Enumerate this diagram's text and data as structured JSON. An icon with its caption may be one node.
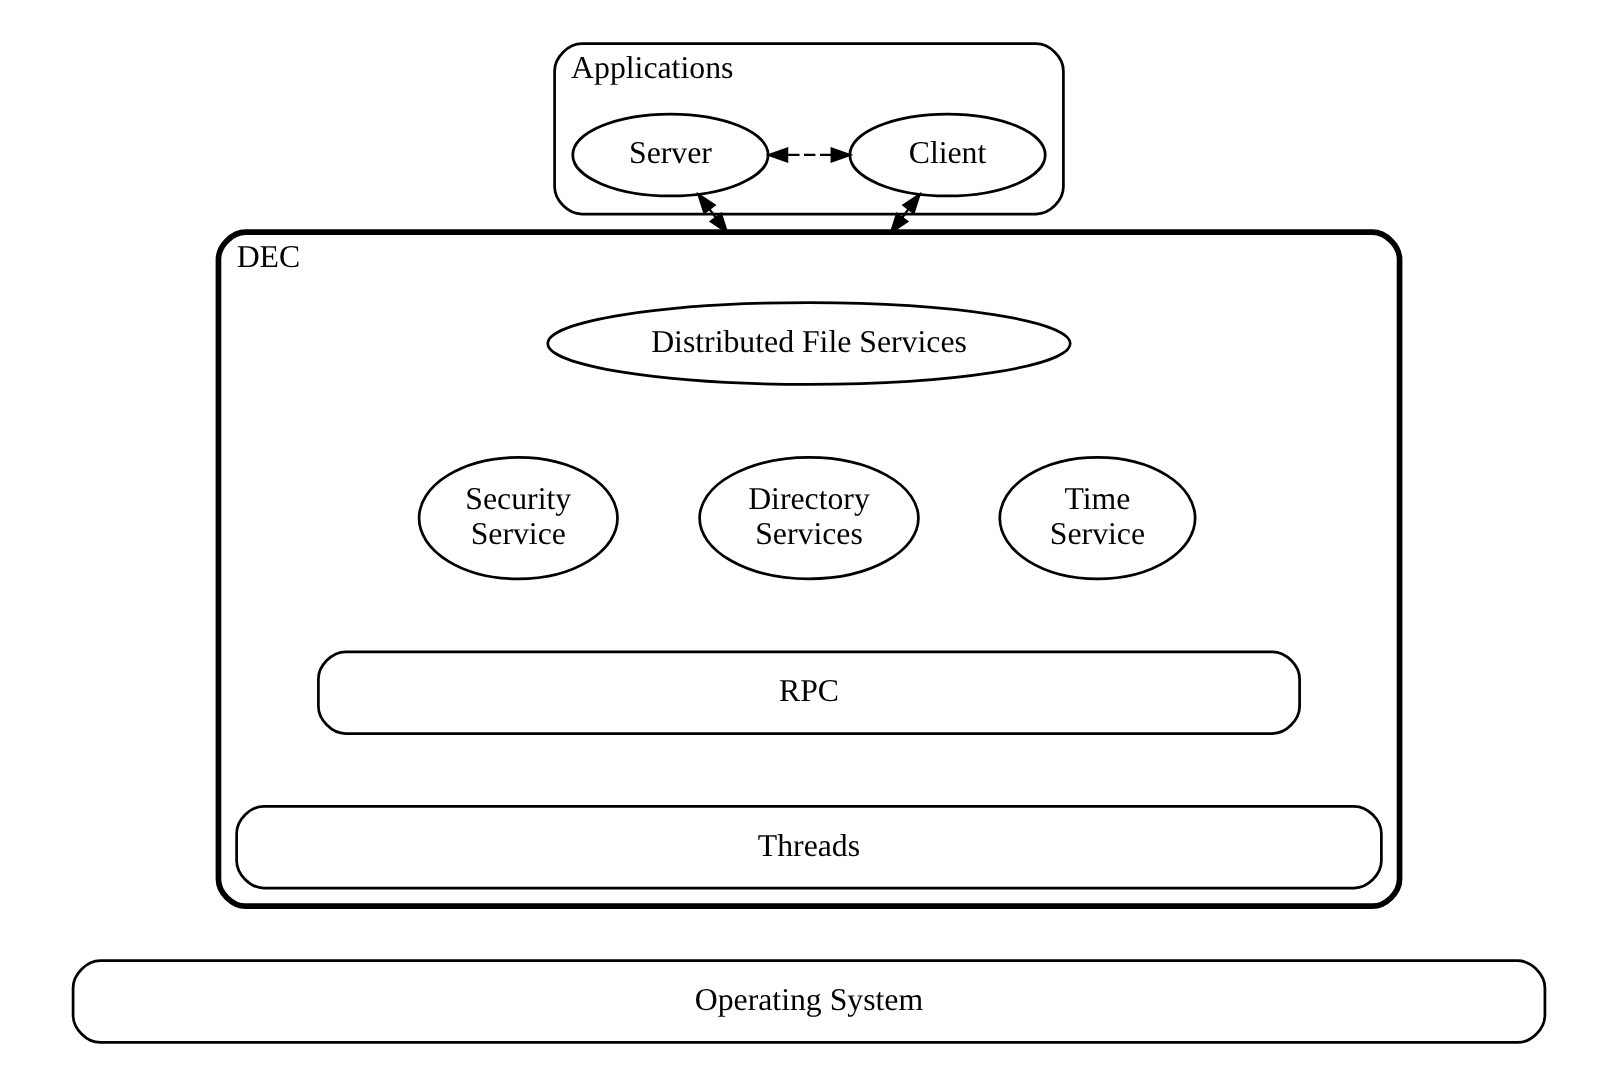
{
  "diagram": {
    "nodes": [
      {
        "text": [
          "Applications"
        ]
      },
      {
        "text": [
          "Client"
        ],
        "in": 0
      },
      {
        "text": [
          "Server"
        ],
        "in": 0
      },
      {
        "text": [
          "DEC"
        ]
      },
      {
        "text": [
          "Distributed File Services"
        ],
        "in": 3
      },
      {
        "text": [
          "Security Service"
        ],
        "in": 3
      },
      {
        "text": [
          "Directory Services"
        ],
        "in": 3
      },
      {
        "text": [
          "Time Service"
        ],
        "in": 3
      },
      {
        "text": [
          "RPC"
        ],
        "in": 3
      },
      {
        "text": [
          "Threads"
        ],
        "in": 3
      },
      {
        "text": [
          "Operating System"
        ]
      }
    ],
    "edges": [
      {
        "from": 1,
        "to": 2,
        "arrow": "both",
        "style": "dashed"
      },
      {
        "from": 1,
        "to": 3,
        "arrow": "both"
      },
      {
        "from": 2,
        "to": 3,
        "arrow": "both"
      }
    ]
  }
}
